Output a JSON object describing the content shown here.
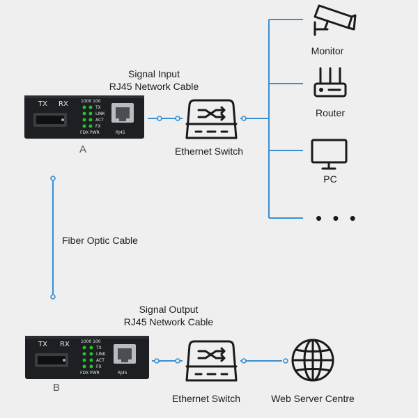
{
  "converter_a": {
    "letter": "A",
    "tx": "TX",
    "rx": "RX",
    "speed_top": "1000 100",
    "led_labels": [
      "TX",
      "LINK",
      "ACT",
      "FX"
    ],
    "bottom": "FDX PWR",
    "port": "RJ45"
  },
  "converter_b": {
    "letter": "B",
    "tx": "TX",
    "rx": "RX",
    "speed_top": "1000 100",
    "led_labels": [
      "TX",
      "LINK",
      "ACT",
      "FX"
    ],
    "bottom": "FDX PWR",
    "port": "RJ45"
  },
  "top": {
    "signal_line1": "Signal Input",
    "signal_line2": "RJ45 Network Cable",
    "switch_label": "Ethernet Switch"
  },
  "bottom": {
    "signal_line1": "Signal Output",
    "signal_line2": "RJ45 Network Cable",
    "switch_label": "Ethernet Switch",
    "server_label": "Web Server Centre"
  },
  "fiber_label": "Fiber Optic Cable",
  "devices": {
    "monitor": "Monitor",
    "router": "Router",
    "pc": "PC",
    "more": "• • •"
  },
  "colors": {
    "cable": "#3a8fd0",
    "led": "#27c227",
    "converter": "#1d1f22"
  },
  "icons": [
    "cctv-camera-icon",
    "router-icon",
    "pc-monitor-icon",
    "ethernet-switch-icon",
    "globe-icon"
  ]
}
